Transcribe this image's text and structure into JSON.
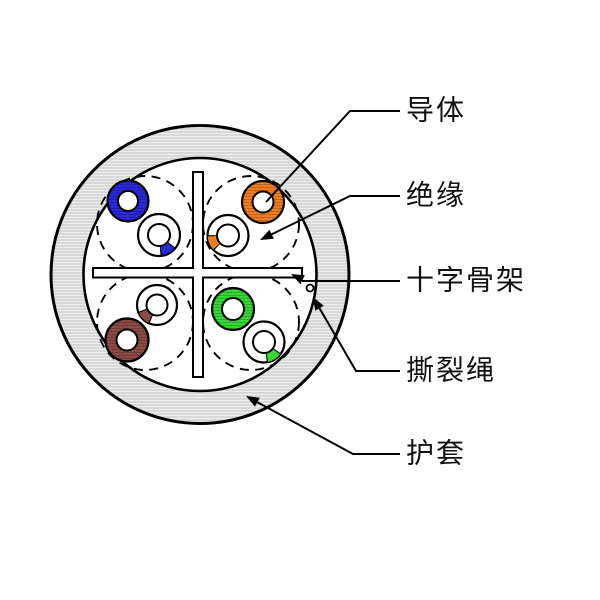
{
  "diagram": {
    "type": "cable-cross-section",
    "labels": [
      {
        "id": "conductor",
        "text": "导体"
      },
      {
        "id": "insulation",
        "text": "绝缘"
      },
      {
        "id": "cross_spline",
        "text": "十字骨架"
      },
      {
        "id": "rip_cord",
        "text": "撕裂绳"
      },
      {
        "id": "jacket",
        "text": "护套"
      }
    ]
  },
  "colors": {
    "pair_blue": "#2828dc",
    "pair_orange": "#ef7d22",
    "pair_brown": "#8c4a44",
    "pair_green": "#35d835",
    "jacket_gray": "#d8d8d8",
    "line_black": "#000000",
    "white": "#ffffff"
  }
}
